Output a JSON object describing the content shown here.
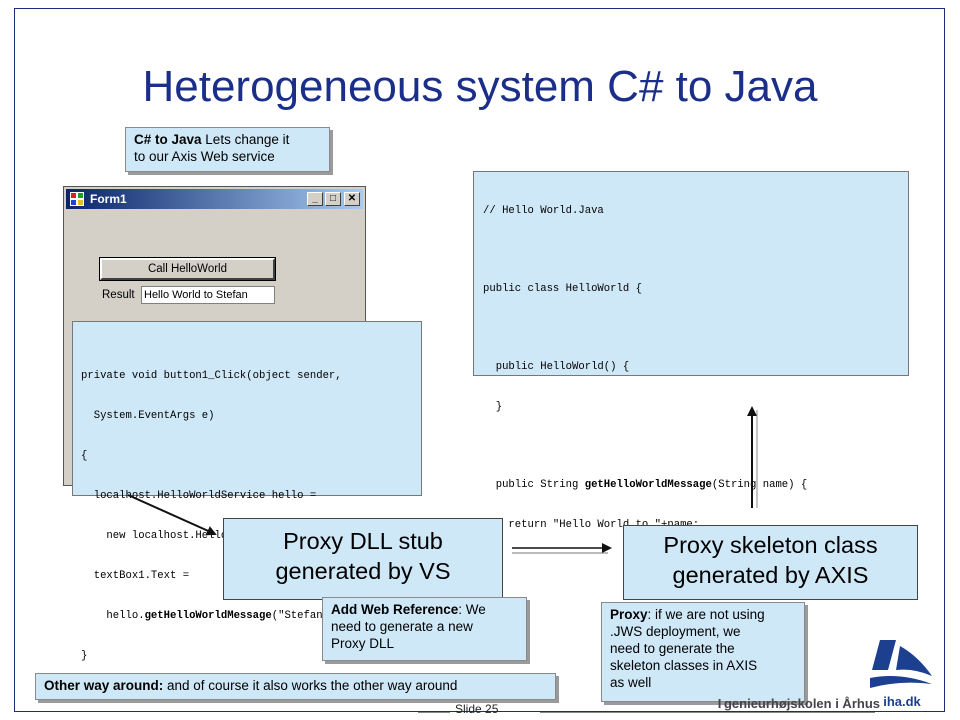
{
  "title": "Heterogeneous system C# to Java",
  "note_csharp": {
    "bold": "C# to Java",
    "line1_rest": " Lets change it",
    "line2": "to our Axis Web service"
  },
  "form": {
    "window_title": "Form1",
    "btn_min": "_",
    "btn_max": "□",
    "btn_close": "✕",
    "call_button": "Call HelloWorld",
    "result_label": "Result",
    "result_value": "Hello World to Stefan"
  },
  "csharp_code": {
    "l1": "private void button1_Click(object sender,",
    "l2": "  System.EventArgs e)",
    "l3": "{",
    "l4": "  localhost.HelloWorldService hello =",
    "l5": "    new localhost.HelloWorldService();",
    "l6": "  textBox1.Text =",
    "l7_pre": "    hello.",
    "l7_bold": "getHelloWorldMessage",
    "l7_post": "(\"Stefan\");",
    "l8": "}"
  },
  "java_code": {
    "l1": "// Hello World.Java",
    "l2": "public class HelloWorld {",
    "l3": "  public HelloWorld() {",
    "l4": "  }",
    "l5_pre": "  public String ",
    "l5_bold": "getHelloWorldMessage",
    "l5_post": "(String name) {",
    "l6": "    return \"Hello World to \"+name;",
    "l7": "  }",
    "l8": "}"
  },
  "proxy_dll": {
    "line1": "Proxy DLL stub",
    "line2": "generated by VS"
  },
  "proxy_skeleton": {
    "line1": "Proxy skeleton class",
    "line2": "generated by AXIS"
  },
  "note_add_ref": {
    "bold": "Add Web Reference",
    "rest1": ": We",
    "line2": "need to generate a new",
    "line3": "Proxy DLL"
  },
  "note_proxy": {
    "bold": "Proxy",
    "rest1": ": if we are not using",
    "line2": ".JWS deployment, we",
    "line3": "need to generate the",
    "line4": "skeleton classes in AXIS",
    "line5": "as well"
  },
  "note_other": {
    "bold": "Other way around:",
    "rest": " and of course it also works the other way around"
  },
  "footer": {
    "slide": "Slide 25",
    "brand": "I genieurhøjskolen i Århus",
    "logo_text": "iha.dk"
  },
  "colors": {
    "title": "#1a2e8a",
    "note_bg": "#cfe8f8",
    "logo": "#1d3f8f"
  }
}
